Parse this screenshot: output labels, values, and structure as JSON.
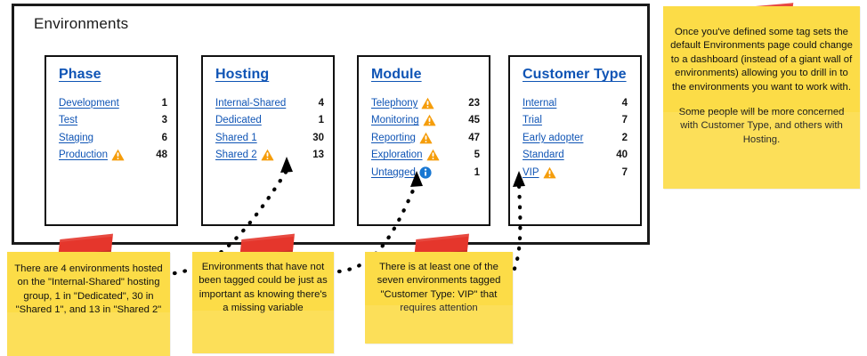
{
  "page": {
    "title": "Environments",
    "link_color": "#0f54b5",
    "warning_color": "#f59d0b",
    "info_color": "#1877d2",
    "note_color": "#fcdc47",
    "tape_color": "#e5362c"
  },
  "facets": [
    {
      "title": "Phase",
      "rows": [
        {
          "label": "Development",
          "icon": "",
          "count": "1"
        },
        {
          "label": "Test",
          "icon": "",
          "count": "3"
        },
        {
          "label": "Staging",
          "icon": "",
          "count": "6"
        },
        {
          "label": "Production",
          "icon": "warning-icon",
          "count": "48"
        }
      ]
    },
    {
      "title": "Hosting",
      "rows": [
        {
          "label": "Internal-Shared",
          "icon": "",
          "count": "4"
        },
        {
          "label": "Dedicated",
          "icon": "",
          "count": "1"
        },
        {
          "label": "Shared 1",
          "icon": "",
          "count": "30"
        },
        {
          "label": "Shared 2",
          "icon": "warning-icon",
          "count": "13"
        }
      ]
    },
    {
      "title": "Module",
      "rows": [
        {
          "label": "Telephony",
          "icon": "warning-icon",
          "count": "23"
        },
        {
          "label": "Monitoring",
          "icon": "warning-icon",
          "count": "45"
        },
        {
          "label": "Reporting",
          "icon": "warning-icon",
          "count": "47"
        },
        {
          "label": "Exploration",
          "icon": "warning-icon",
          "count": "5"
        },
        {
          "label": "Untagged",
          "icon": "info-icon",
          "count": "1"
        }
      ]
    },
    {
      "title": "Customer Type",
      "rows": [
        {
          "label": "Internal",
          "icon": "",
          "count": "4"
        },
        {
          "label": "Trial",
          "icon": "",
          "count": "7"
        },
        {
          "label": "Early adopter",
          "icon": "",
          "count": "2"
        },
        {
          "label": "Standard",
          "icon": "",
          "count": "40"
        },
        {
          "label": "VIP",
          "icon": "warning-icon",
          "count": "7"
        }
      ]
    }
  ],
  "notes": {
    "bottom_1": "There are 4 environments hosted on the \"Internal-Shared\" hosting group, 1 in \"Dedicated\", 30 in \"Shared 1\", and 13 in \"Shared 2\"",
    "bottom_2": "Environments that have not been tagged could be just as important as knowing there's a missing variable",
    "bottom_3": "There is at least one of the seven environments tagged \"Customer Type: VIP\" that requires attention",
    "right_para_1": "Once you've defined some tag sets the default Environments page could change to a dashboard (instead of a giant wall of environments) allowing you to drill in to the environments you want to work with.",
    "right_para_2": "Some people will be more concerned with Customer Type, and others with Hosting."
  }
}
